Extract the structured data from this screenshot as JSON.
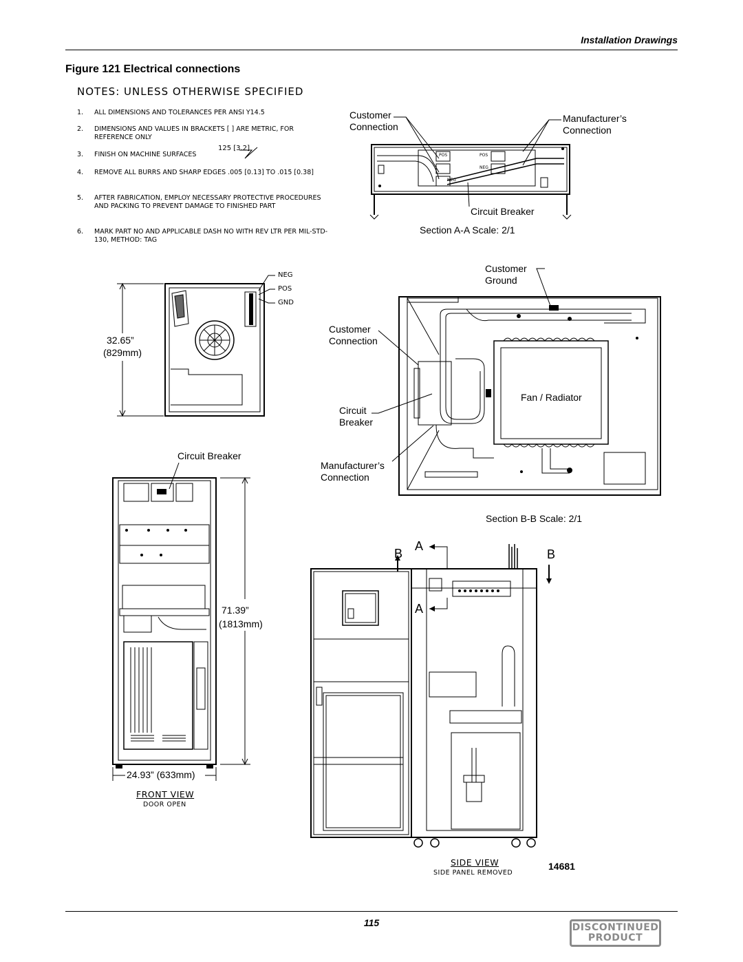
{
  "header": {
    "section_title": "Installation Drawings"
  },
  "figure": {
    "caption": "Figure 121 Electrical connections"
  },
  "notes": {
    "title": "NOTES: UNLESS OTHERWISE SPECIFIED",
    "items": [
      {
        "num": "1.",
        "text": "ALL DIMENSIONS AND TOLERANCES PER ANSI Y14.5"
      },
      {
        "num": "2.",
        "text": "DIMENSIONS AND VALUES IN BRACKETS [  ] ARE METRIC, FOR REFERENCE ONLY"
      },
      {
        "num": "3.",
        "text": "FINISH ON MACHINE SURFACES",
        "symbol": "125 [3.2]"
      },
      {
        "num": "4.",
        "text": "REMOVE ALL BURRS AND SHARP EDGES .005 [0.13] TO .015 [0.38]"
      },
      {
        "num": "5.",
        "text": "AFTER FABRICATION, EMPLOY NECESSARY PROTECTIVE PROCEDURES AND PACKING TO PREVENT DAMAGE TO FINISHED PART"
      },
      {
        "num": "6.",
        "text": "MARK PART NO AND APPLICABLE DASH NO WITH REV LTR PER MIL-STD-130,   METHOD: TAG"
      }
    ]
  },
  "section_aa": {
    "customer_connection": "Customer\nConnection",
    "manufacturers_connection": "Manufacturer’s\nConnection",
    "circuit_breaker": "Circuit Breaker",
    "terminal_pos": "POS",
    "terminal_neg": "NEG",
    "caption": "Section A-A Scale: 2/1"
  },
  "top_view": {
    "neg": "NEG",
    "pos": "POS",
    "gnd": "GND",
    "dim_in": "32.65”",
    "dim_mm": "(829mm)"
  },
  "section_bb": {
    "customer_ground": "Customer\nGround",
    "customer_connection": "Customer\nConnection",
    "circuit_breaker": "Circuit\nBreaker",
    "manufacturers_connection": "Manufacturer’s\nConnection",
    "fan_radiator": "Fan / Radiator",
    "caption": "Section B-B   Scale: 2/1"
  },
  "front_view": {
    "circuit_breaker": "Circuit Breaker",
    "height_in": "71.39”",
    "height_mm": "(1813mm)",
    "width": "24.93” (633mm)",
    "title": "FRONT VIEW",
    "subtitle": "DOOR OPEN"
  },
  "side_view": {
    "marker_a": "A",
    "marker_b": "B",
    "title": "SIDE VIEW",
    "subtitle": "SIDE PANEL REMOVED",
    "drawing_number": "14681"
  },
  "footer": {
    "page_number": "115",
    "stamp_line1": "DISCONTINUED",
    "stamp_line2": "PRODUCT"
  }
}
